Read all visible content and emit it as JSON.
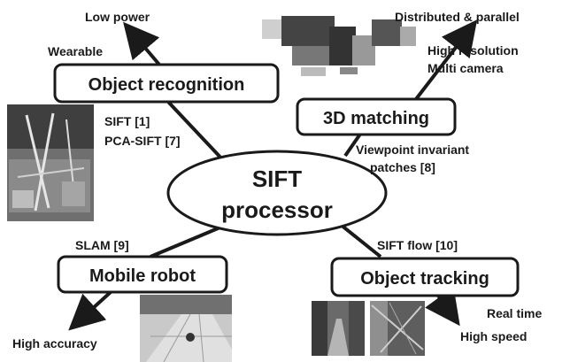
{
  "center": {
    "line1": "SIFT",
    "line2": "processor"
  },
  "branches": {
    "object_recognition": {
      "box_label": "Object recognition",
      "arrow_label": "Low power",
      "sub_label": "Wearable",
      "refs": [
        "SIFT [1]",
        "PCA-SIFT [7]"
      ]
    },
    "matching_3d": {
      "box_label": "3D matching",
      "arrow_label": "Distributed & parallel",
      "notes": [
        "High resolution",
        "Multi camera"
      ],
      "refs": [
        "Viewpoint invariant",
        "patches [8]"
      ]
    },
    "mobile_robot": {
      "box_label": "Mobile robot",
      "arrow_label": "High accuracy",
      "refs": [
        "SLAM [9]"
      ]
    },
    "object_tracking": {
      "box_label": "Object tracking",
      "arrow_labels": [
        "Real time",
        "High speed"
      ],
      "refs": [
        "SIFT flow [10]"
      ]
    }
  },
  "colors": {
    "ink": "#1a1a1a",
    "photo_dark": "#555555",
    "photo_light": "#c9c9c9"
  }
}
